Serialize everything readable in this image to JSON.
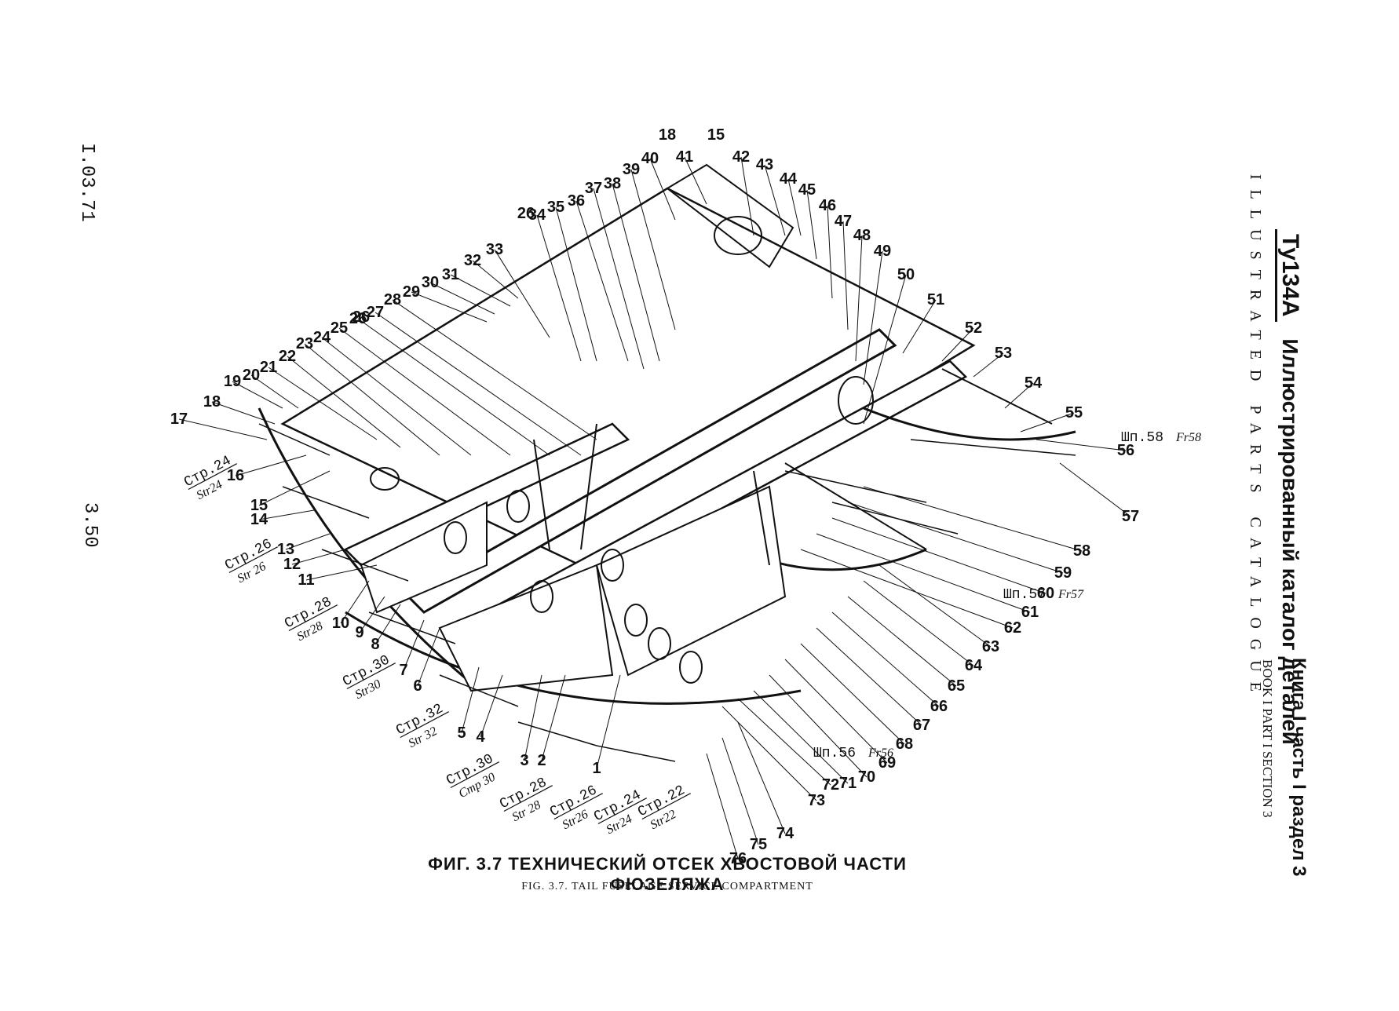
{
  "page": {
    "side_date": "I.03.71",
    "page_number": "3.50"
  },
  "header": {
    "logo_text": "Ту134А",
    "title_ru": "Иллюстрированный каталог деталей",
    "title_en": "ILLUSTRATED PARTS CATALOGUE"
  },
  "book_info": {
    "ru": "Книга I часть I раздел 3",
    "en": "BOOK I PART I SECTION 3"
  },
  "figure": {
    "caption_ru": "ФИГ. 3.7 ТЕХНИЧЕСКИЙ ОТСЕК ХВОСТОВОЙ ЧАСТИ ФЮЗЕЛЯЖА",
    "caption_en": "FIG. 3.7. TAIL FUSELAGE SERVICE COMPARTMENT"
  },
  "callouts": [
    "1",
    "2",
    "3",
    "4",
    "5",
    "6",
    "7",
    "8",
    "9",
    "10",
    "11",
    "12",
    "13",
    "14",
    "15",
    "16",
    "17",
    "18",
    "19",
    "20",
    "21",
    "22",
    "23",
    "24",
    "25",
    "26",
    "27",
    "28",
    "29",
    "30",
    "31",
    "32",
    "33",
    "34",
    "35",
    "36",
    "37",
    "38",
    "39",
    "40",
    "41",
    "42",
    "43",
    "44",
    "45",
    "46",
    "47",
    "48",
    "49",
    "50",
    "51",
    "52",
    "53",
    "54",
    "55",
    "56",
    "57",
    "58",
    "59",
    "60",
    "61",
    "62",
    "63",
    "64",
    "65",
    "66",
    "67",
    "68",
    "69",
    "70",
    "71",
    "72",
    "73",
    "74",
    "75",
    "76"
  ],
  "repeat_callouts": [
    "18",
    "15",
    "26",
    "26"
  ],
  "stringer_labels": [
    {
      "ru": "Стр.24",
      "en": "Str24"
    },
    {
      "ru": "Стр.26",
      "en": "Str 26"
    },
    {
      "ru": "Стр.28",
      "en": "Str28"
    },
    {
      "ru": "Стр.30",
      "en": "Str30"
    },
    {
      "ru": "Стр.32",
      "en": "Str 32"
    },
    {
      "ru": "Стр.30",
      "en": "Cmp 30"
    },
    {
      "ru": "Стр.28",
      "en": "Str 28"
    },
    {
      "ru": "Стр.26",
      "en": "Str26"
    },
    {
      "ru": "Стр.24",
      "en": "Str24"
    },
    {
      "ru": "Стр.22",
      "en": "Str22"
    }
  ],
  "frame_labels": [
    {
      "ru": "Шп.58",
      "en": "Fr58"
    },
    {
      "ru": "Шп.57",
      "en": "Fr57"
    },
    {
      "ru": "Шп.56",
      "en": "Fr56"
    }
  ]
}
